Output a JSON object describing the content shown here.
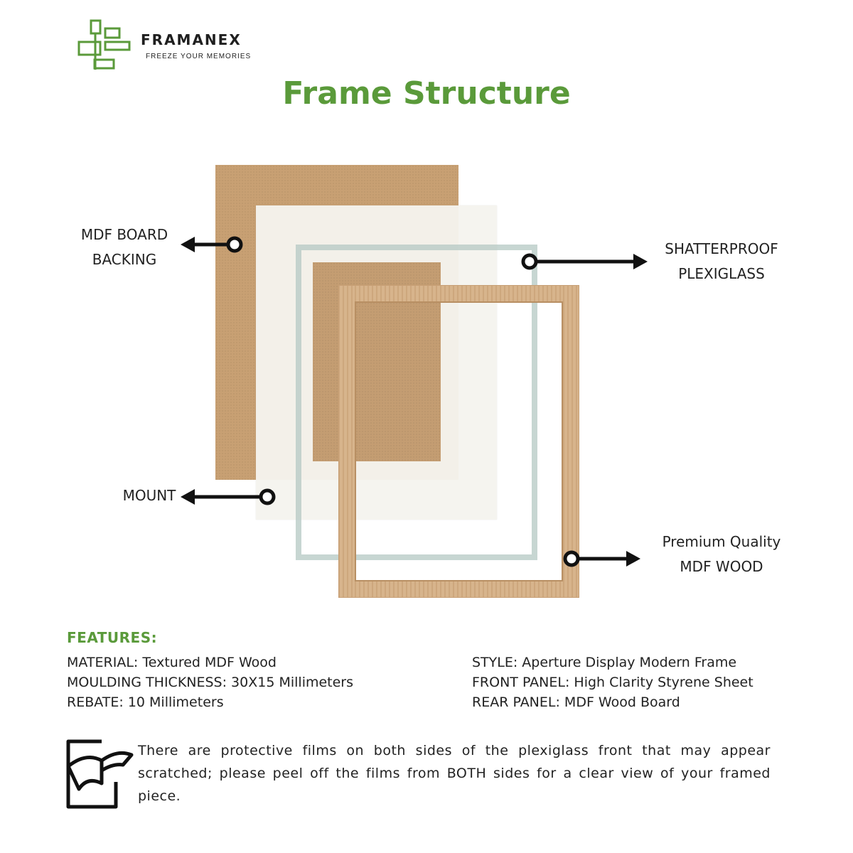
{
  "brand": {
    "name": "FRAMANEX",
    "tagline": "FREEZE YOUR MEMORIES",
    "logo_icon": "framanex-logo-icon",
    "accent_color": "#5a9a3a"
  },
  "title": "Frame Structure",
  "callouts": {
    "mdf_backing": "MDF BOARD BACKING",
    "plexiglass": "SHATTERPROOF PLEXIGLASS",
    "mount": "MOUNT",
    "wood": "Premium Quality MDF WOOD"
  },
  "callout_lines": {
    "mdf_backing": [
      "MDF BOARD",
      "BACKING"
    ],
    "plexiglass": [
      "SHATTERPROOF",
      "PLEXIGLASS"
    ],
    "mount": [
      "MOUNT"
    ],
    "wood": [
      "Premium Quality",
      "MDF WOOD"
    ]
  },
  "features": {
    "heading": "FEATURES:",
    "left": [
      "MATERIAL: Textured MDF Wood",
      "MOULDING THICKNESS: 30X15 Millimeters",
      "REBATE: 10 Millimeters"
    ],
    "right": [
      "STYLE: Aperture Display Modern Frame",
      "FRONT PANEL: High Clarity Styrene Sheet",
      "REAR PANEL: MDF Wood Board"
    ]
  },
  "note": {
    "icon": "peel-film-icon",
    "text": "There are protective films on both sides of the plexiglass front that may appear scratched; please peel off the films from BOTH sides for a clear view of your framed piece."
  }
}
